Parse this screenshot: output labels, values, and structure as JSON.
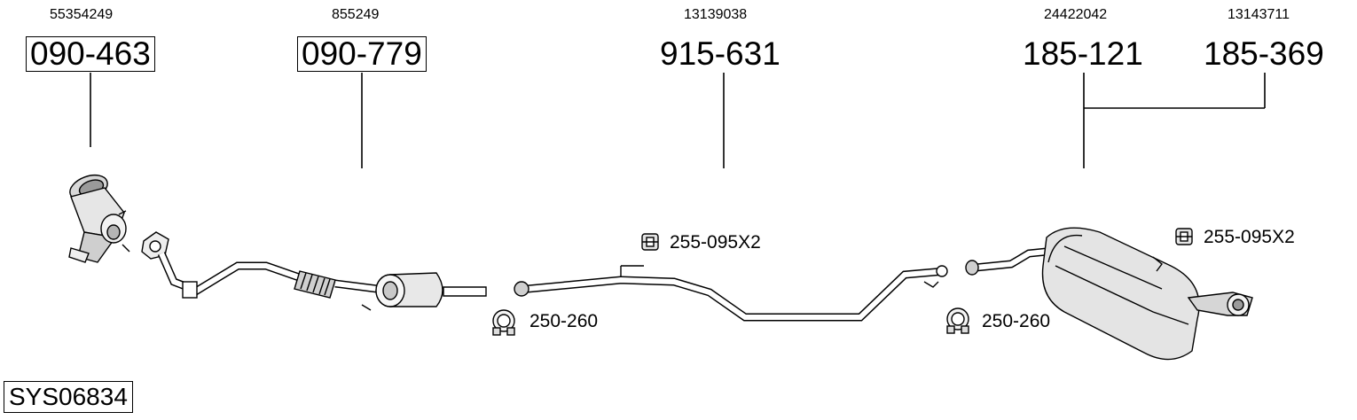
{
  "parts": [
    {
      "oe": "55354249",
      "part": "090-463",
      "boxed": true
    },
    {
      "oe": "855249",
      "part": "090-779",
      "boxed": true
    },
    {
      "oe": "13139038",
      "part": "915-631",
      "boxed": false
    },
    {
      "oe": "24422042",
      "part": "185-121",
      "boxed": false
    },
    {
      "oe": "13143711",
      "part": "185-369",
      "boxed": false
    }
  ],
  "accessories": {
    "rubber_mount_1": "255-095X2",
    "rubber_mount_2": "255-095X2",
    "clamp_1": "250-260",
    "clamp_2": "250-260"
  },
  "system_code": "SYS06834"
}
